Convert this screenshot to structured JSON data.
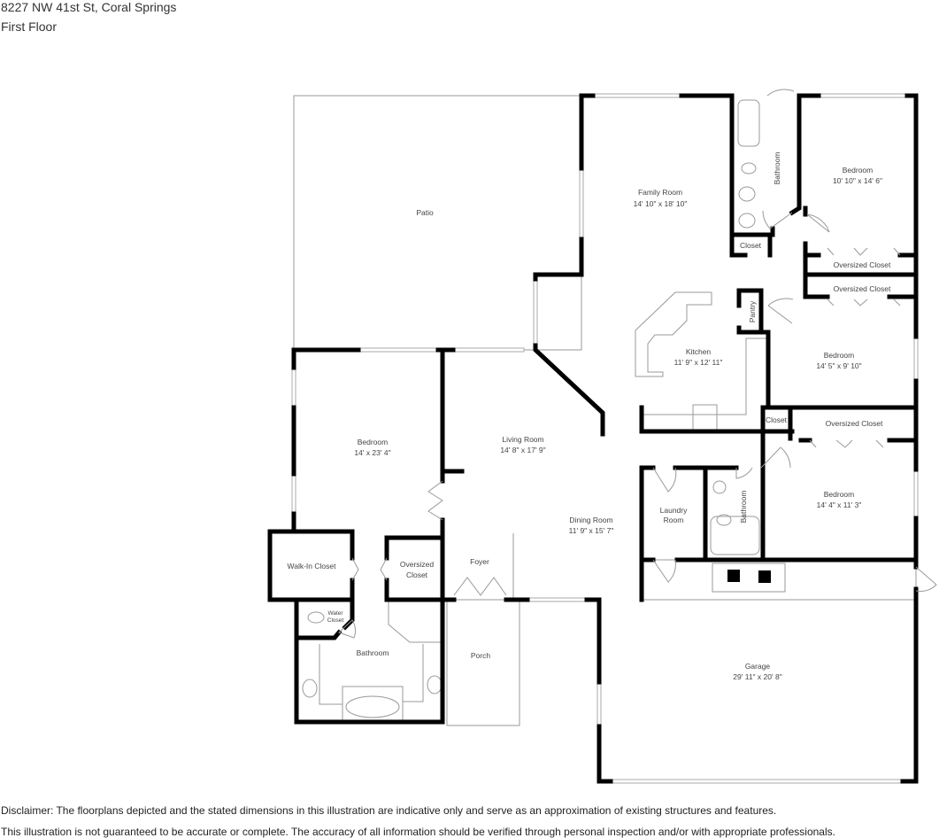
{
  "header": {
    "address": "8227 NW 41st St, Coral Springs",
    "floor": "First Floor"
  },
  "rooms": {
    "patio": {
      "name": "Patio"
    },
    "family_room": {
      "name": "Family Room",
      "dims": "14' 10\" x 18' 10\""
    },
    "bathroom_hall": {
      "name": "Bathroom"
    },
    "bedroom_ne": {
      "name": "Bedroom",
      "dims": "10' 10\" x 14' 6\""
    },
    "closet_hall": {
      "name": "Closet"
    },
    "oversized_closet_1": {
      "name": "Oversized Closet"
    },
    "oversized_closet_2": {
      "name": "Oversized Closet"
    },
    "pantry": {
      "name": "Pantry"
    },
    "kitchen": {
      "name": "Kitchen",
      "dims": "11' 9\" x 12' 11\""
    },
    "bedroom_e": {
      "name": "Bedroom",
      "dims": "14' 5\" x 9' 10\""
    },
    "closet_e": {
      "name": "Closet"
    },
    "oversized_closet_3": {
      "name": "Oversized Closet"
    },
    "bedroom_master": {
      "name": "Bedroom",
      "dims": "14' x 23' 4\""
    },
    "living_room": {
      "name": "Living Room",
      "dims": "14' 8\" x 17' 9\""
    },
    "dining_room": {
      "name": "Dining Room",
      "dims": "11' 9\" x 15' 7\""
    },
    "laundry": {
      "name": "Laundry",
      "name2": "Room"
    },
    "bathroom_se": {
      "name": "Bathroom"
    },
    "bedroom_se": {
      "name": "Bedroom",
      "dims": "14' 4\" x 11' 3\""
    },
    "walk_in_closet": {
      "name": "Walk-In Closet"
    },
    "oversized_closet_master": {
      "name": "Oversized",
      "name2": "Closet"
    },
    "foyer": {
      "name": "Foyer"
    },
    "water_closet": {
      "name": "Water",
      "name2": "Closet"
    },
    "bathroom_master": {
      "name": "Bathroom"
    },
    "porch": {
      "name": "Porch"
    },
    "garage": {
      "name": "Garage",
      "dims": "29' 11\" x 20' 8\""
    }
  },
  "disclaimer": {
    "line1": "Disclaimer: The floorplans depicted and the stated dimensions in this illustration are indicative only and serve as an approximation of existing structures and features.",
    "line2": "This illustration is not guaranteed to be accurate or complete. The accuracy of all information should be verified through personal inspection and/or with appropriate professionals."
  }
}
